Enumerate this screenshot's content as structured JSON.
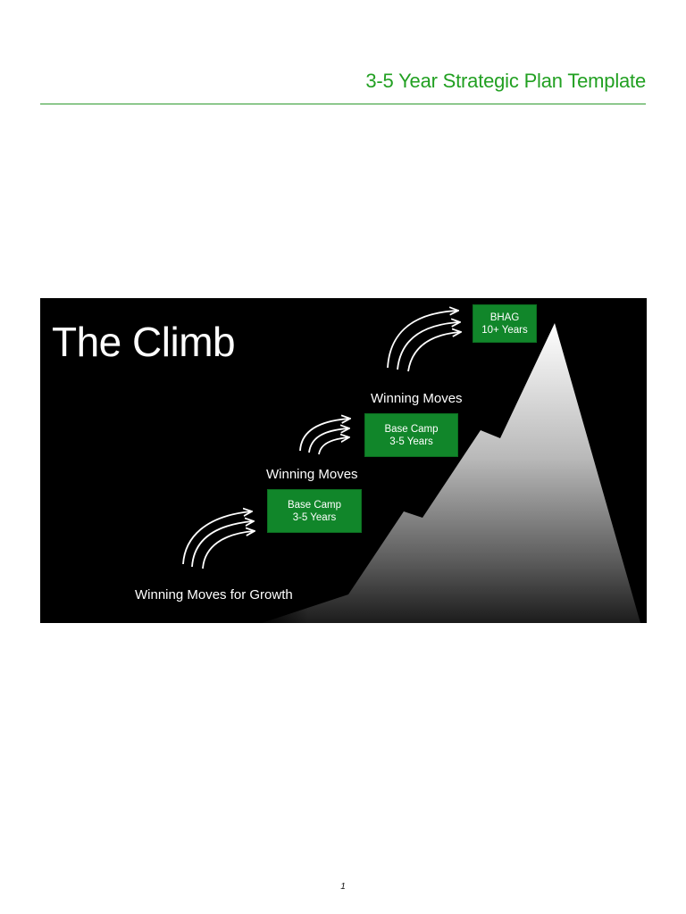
{
  "header": {
    "title": "3-5 Year Strategic Plan Template"
  },
  "figure": {
    "title": "The Climb",
    "stages": [
      {
        "moves_label": "Winning Moves for Growth",
        "box_line1": "Base Camp",
        "box_line2": "3-5 Years"
      },
      {
        "moves_label": "Winning Moves",
        "box_line1": "Base Camp",
        "box_line2": "3-5 Years"
      },
      {
        "moves_label": "Winning Moves",
        "box_line1": "BHAG",
        "box_line2": "10+ Years"
      }
    ],
    "colors": {
      "background": "#000000",
      "box": "#11862a",
      "text": "#ffffff"
    },
    "icons": [
      "curved-arrows-icon",
      "mountain-icon"
    ]
  },
  "footer": {
    "page_number": "1"
  },
  "colors": {
    "accent": "#22a022"
  }
}
